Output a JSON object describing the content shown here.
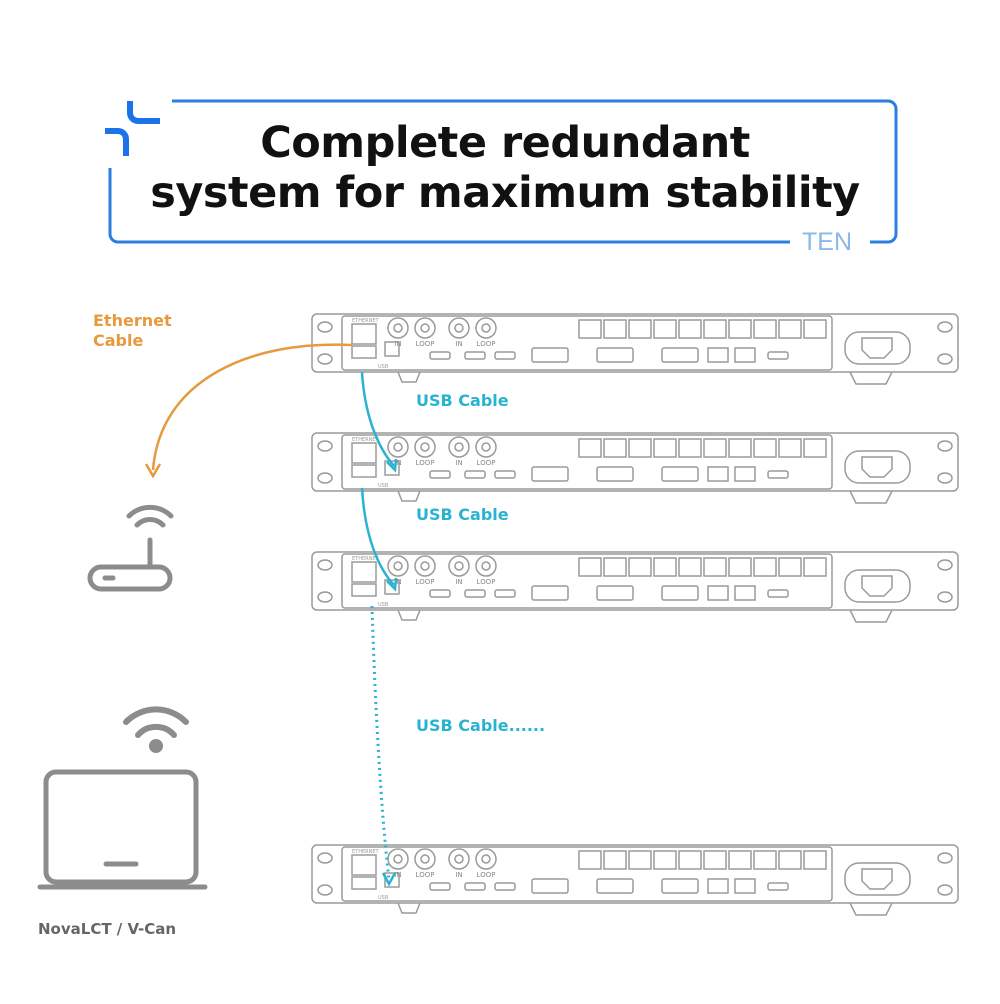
{
  "header": {
    "title_line1": "Complete redundant",
    "title_line2": "system for maximum stability",
    "tag": "TEN"
  },
  "labels": {
    "ethernet_cable_line1": "Ethernet",
    "ethernet_cable_line2": "Cable",
    "usb_cable_1": "USB Cable",
    "usb_cable_2": "USB Cable",
    "usb_cable_3": "USB Cable......",
    "software": "NovaLCT / V-Can"
  },
  "device_panel": {
    "ethernet_port_label": "ETHERNET",
    "usb_port_label": "USB",
    "in_label": "IN",
    "loop_label": "LOOP"
  },
  "colors": {
    "frame_blue": "#2b7de0",
    "ethernet_orange": "#e79a3d",
    "usb_cyan": "#2ab3d1",
    "device_gray": "#9a9a9a",
    "icon_gray": "#8c8c8c"
  }
}
